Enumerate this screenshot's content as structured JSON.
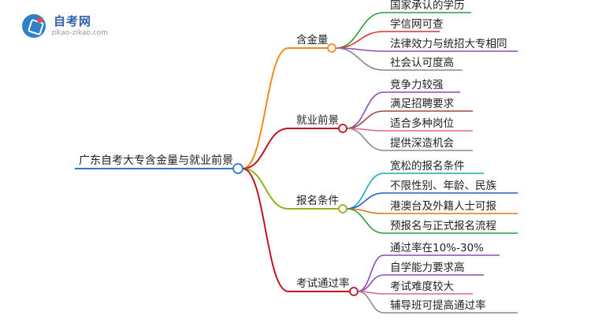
{
  "logo": {
    "name": "自考网",
    "url": "zikao-zikao.com",
    "mark": "logo-icon"
  },
  "mindmap": {
    "root": {
      "label": "广东自考大专含金量与就业前景"
    },
    "branches": [
      {
        "label": "含金量",
        "color": "#f08a1c",
        "children": [
          {
            "label": "国家承认的学历",
            "color": "#2e9e3f"
          },
          {
            "label": "学信网可查",
            "color": "#d8322e"
          },
          {
            "label": "法律效力与统招大专相同",
            "color": "#8a4fb4"
          },
          {
            "label": "社会认可度高",
            "color": "#8a8a8a"
          }
        ]
      },
      {
        "label": "就业前景",
        "color": "#c1121f",
        "children": [
          {
            "label": "竞争力较强",
            "color": "#8a4fb4"
          },
          {
            "label": "满足招聘要求",
            "color": "#9b4a3a"
          },
          {
            "label": "适合多种岗位",
            "color": "#e0609a"
          },
          {
            "label": "提供深造机会",
            "color": "#8a8a8a"
          }
        ]
      },
      {
        "label": "报名条件",
        "color": "#9aae1c",
        "children": [
          {
            "label": "宽松的报名条件",
            "color": "#1aa9b8"
          },
          {
            "label": "不限性别、年龄、民族",
            "color": "#2860b8"
          },
          {
            "label": "港澳台及外籍人士可报",
            "color": "#e0761c"
          },
          {
            "label": "预报名与正式报名流程",
            "color": "#2e9e3f"
          }
        ]
      },
      {
        "label": "考试通过率",
        "color": "#c1121f",
        "children": [
          {
            "label": "通过率在10%-30%",
            "color": "#8a4fb4"
          },
          {
            "label": "自学能力要求高",
            "color": "#8a4fb4"
          },
          {
            "label": "考试难度较大",
            "color": "#e0609a"
          },
          {
            "label": "辅导班可提高通过率",
            "color": "#8a8a8a"
          }
        ]
      }
    ]
  }
}
